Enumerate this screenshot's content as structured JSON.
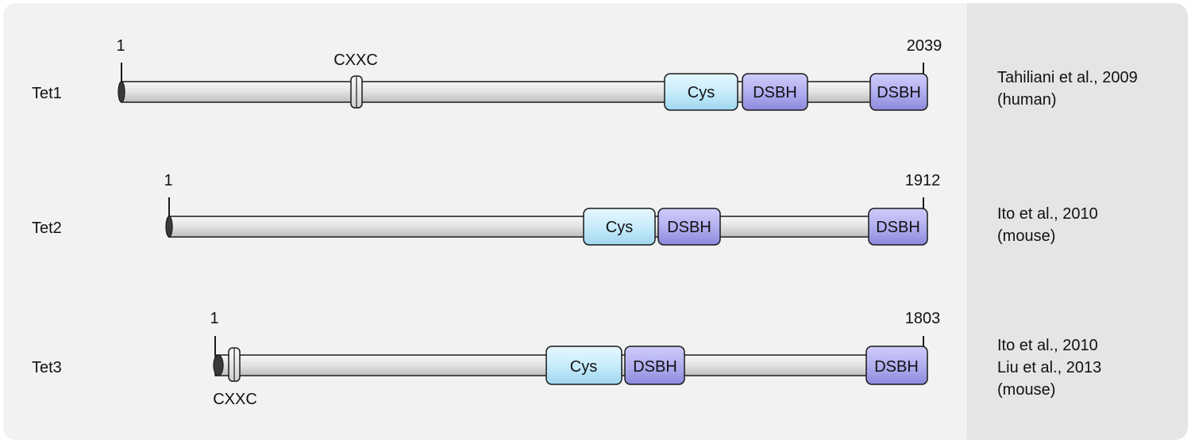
{
  "proteins": [
    {
      "name": "Tet1",
      "start_label": "1",
      "end_label": "2039",
      "reference_lines": [
        "Tahiliani et al., 2009",
        "(human)"
      ],
      "cxxc_label": "CXXC",
      "domains": [
        {
          "label": "Cys",
          "kind": "cys"
        },
        {
          "label": "DSBH",
          "kind": "dsbh"
        },
        {
          "label": "DSBH",
          "kind": "dsbh"
        }
      ]
    },
    {
      "name": "Tet2",
      "start_label": "1",
      "end_label": "1912",
      "reference_lines": [
        "Ito et al., 2010",
        "(mouse)"
      ],
      "domains": [
        {
          "label": "Cys",
          "kind": "cys"
        },
        {
          "label": "DSBH",
          "kind": "dsbh"
        },
        {
          "label": "DSBH",
          "kind": "dsbh"
        }
      ]
    },
    {
      "name": "Tet3",
      "start_label": "1",
      "end_label": "1803",
      "reference_lines": [
        "Ito et al., 2010",
        "Liu et al., 2013",
        "(mouse)"
      ],
      "cxxc_label": "CXXC",
      "domains": [
        {
          "label": "Cys",
          "kind": "cys"
        },
        {
          "label": "DSBH",
          "kind": "dsbh"
        },
        {
          "label": "DSBH",
          "kind": "dsbh"
        }
      ]
    }
  ],
  "colors": {
    "panel_left": "#f2f2f2",
    "panel_right": "#e5e5e7",
    "cys_fill": "#cdeefb",
    "dsbh_fill": "#b3b0f0",
    "bar_fill": "#e4e4e4",
    "stroke": "#1a1a1a"
  }
}
